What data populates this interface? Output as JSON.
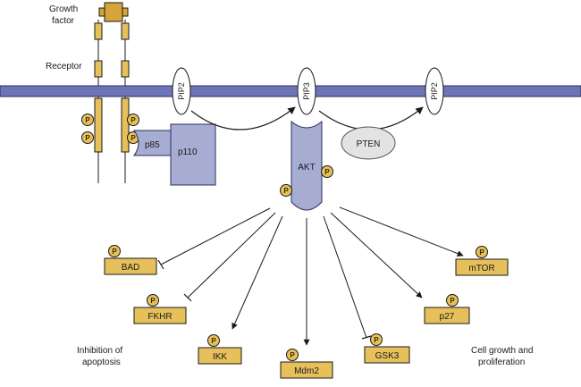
{
  "labels": {
    "growth_factor_line1": "Growth",
    "growth_factor_line2": "factor",
    "receptor": "Receptor",
    "pip2_left": "PIP2",
    "pip3": "PIP3",
    "pip2_right": "PIP2",
    "pten": "PTEN",
    "p85": "p85",
    "p110": "p110",
    "akt": "AKT",
    "phospho": "P",
    "inhibition_line1": "Inhibition of",
    "inhibition_line2": "apoptosis",
    "growth_line1": "Cell growth and",
    "growth_line2": "proliferation"
  },
  "targets": [
    {
      "label": "BAD",
      "effect": "inhibition"
    },
    {
      "label": "FKHR",
      "effect": "inhibition"
    },
    {
      "label": "IKK",
      "effect": "activation"
    },
    {
      "label": "Mdm2",
      "effect": "activation"
    },
    {
      "label": "GSK3",
      "effect": "inhibition"
    },
    {
      "label": "p27",
      "effect": "activation"
    },
    {
      "label": "mTOR",
      "effect": "activation"
    }
  ],
  "colors": {
    "membrane": "#6e74b8",
    "protein_blue": "#a7acd3",
    "node_gold": "#e6c05a",
    "pten_gray": "#e3e3e3"
  }
}
